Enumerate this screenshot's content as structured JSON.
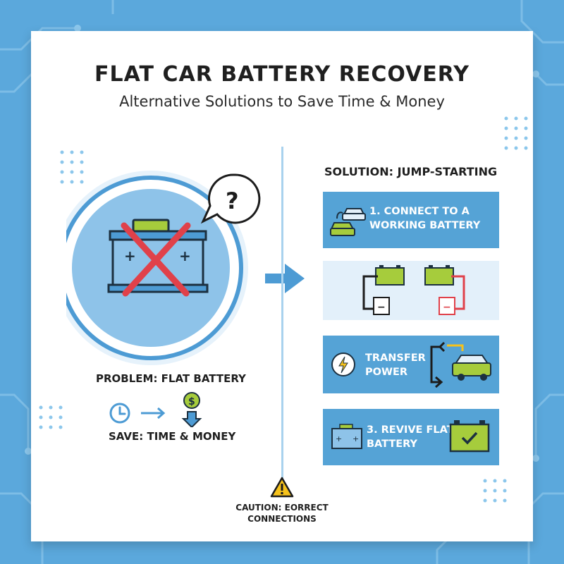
{
  "header": {
    "title": "FLAT CAR BATTERY RECOVERY",
    "subtitle": "Alternative Solutions to Save Time & Money"
  },
  "problem": {
    "question_mark": "?",
    "label": "PROBLEM: FLAT BATTERY",
    "save_label": "SAVE: TIME & MONEY",
    "coin_symbol": "$"
  },
  "solution": {
    "title": "SOLUTION: JUMP-STARTING",
    "steps": [
      {
        "label_line1": "1. CONNECT TO A",
        "label_line2": "WORKING BATTERY"
      },
      {
        "label_line1": "",
        "label_line2": ""
      },
      {
        "label_line1": "TRANSFER",
        "label_line2": "POWER"
      },
      {
        "label_line1": "3. REVIVE FLAT",
        "label_line2": "BATTERY"
      }
    ]
  },
  "caution": {
    "line1": "CAUTION: EORRECT",
    "line2": "CONNECTIONS"
  },
  "colors": {
    "background": "#5ba8dc",
    "step_blue": "#55a3d6",
    "battery_green": "#a6cc3c",
    "cross_red": "#e0414a",
    "caution_yellow": "#f6c21b"
  }
}
